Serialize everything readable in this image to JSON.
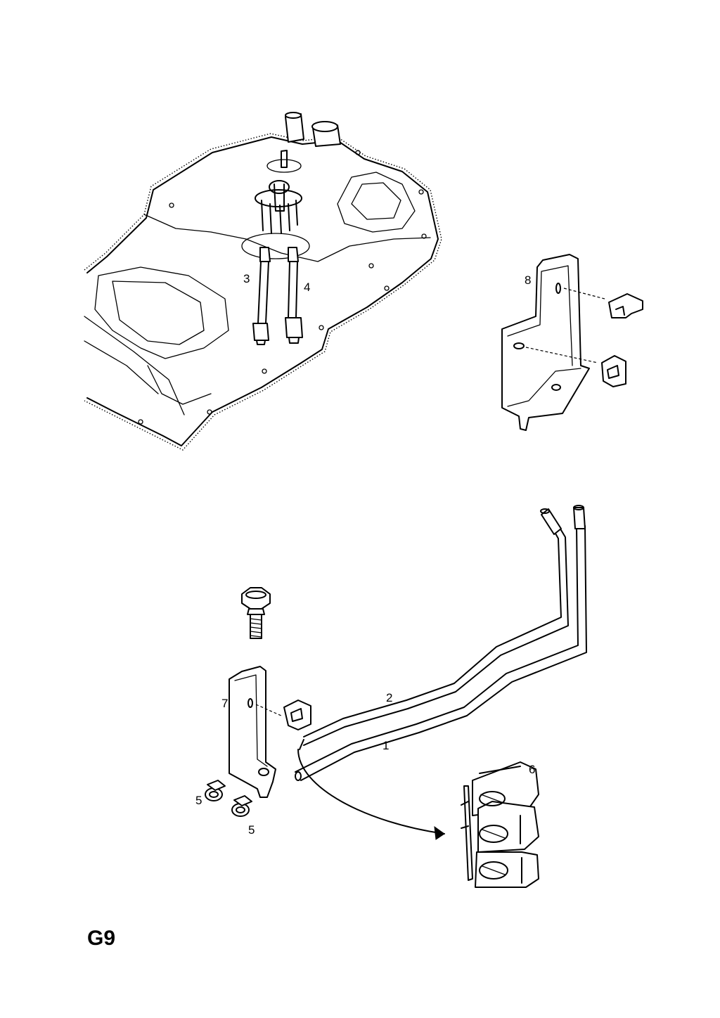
{
  "page_code": "G9",
  "callouts": {
    "c1": "1",
    "c2": "2",
    "c3": "3",
    "c4": "4",
    "c5a": "5",
    "c5b": "5",
    "c6": "6",
    "c7": "7",
    "c8": "8"
  }
}
